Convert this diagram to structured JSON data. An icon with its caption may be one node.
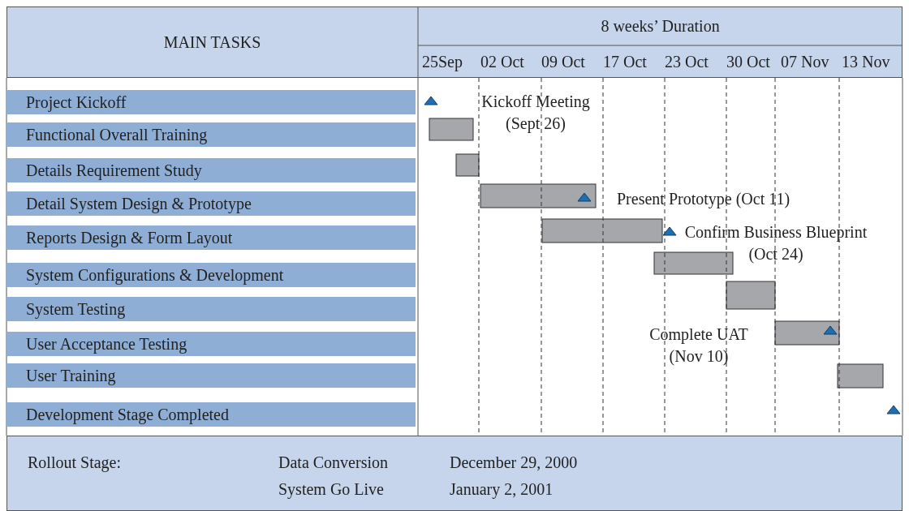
{
  "diagram": {
    "labels": [
      "MAIN TASKS",
      "8 weeks’ Duration",
      "25Sep",
      "02 Oct",
      "09 Oct",
      "17 Oct",
      "23 Oct",
      "30 Oct",
      "07 Nov",
      "13 Nov",
      "Project Kickoff",
      "Functional Overall Training",
      "Details Requirement Study",
      "Detail System Design & Prototype",
      "Reports Design & Form Layout",
      "System Configurations & Development",
      "System Testing",
      "User Acceptance Testing",
      "User Training",
      "Development Stage Completed",
      "Kickoff Meeting (Sept 26)",
      "Present Prototype (Oct 11)",
      "Confirm Business Blueprint (Oct 24)",
      "Complete UAT (Nov 10)",
      "Rollout Stage:",
      "Data Conversion",
      "December 29, 2000",
      "System Go Live",
      "January 2, 2001"
    ]
  }
}
